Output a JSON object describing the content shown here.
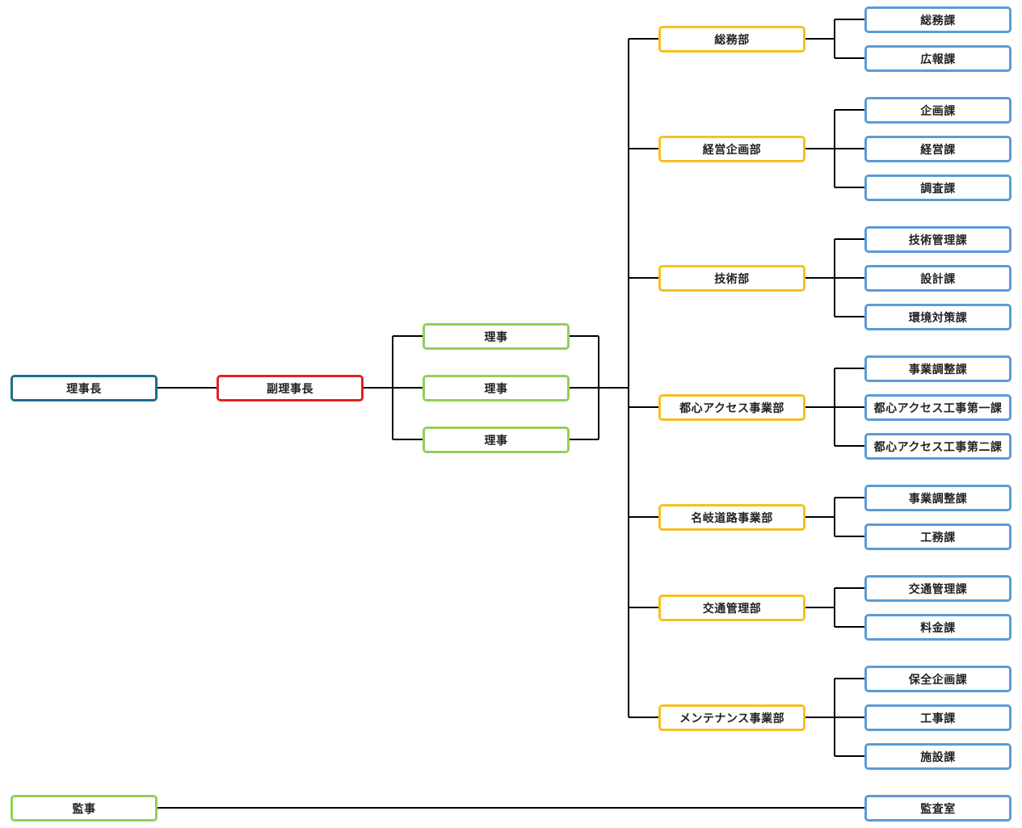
{
  "colors": {
    "chairman": "#1c6e8c",
    "vice_chairman": "#e62020",
    "director": "#93cf5a",
    "department": "#f5c020",
    "section": "#5b9bd5",
    "connector": "#000000"
  },
  "chairman": "理事長",
  "vice_chairman": "副理事長",
  "directors": [
    "理事",
    "理事",
    "理事"
  ],
  "departments": [
    {
      "name": "総務部",
      "sections": [
        "総務課",
        "広報課"
      ]
    },
    {
      "name": "経営企画部",
      "sections": [
        "企画課",
        "経営課",
        "調査課"
      ]
    },
    {
      "name": "技術部",
      "sections": [
        "技術管理課",
        "設計課",
        "環境対策課"
      ]
    },
    {
      "name": "都心アクセス事業部",
      "sections": [
        "事業調整課",
        "都心アクセス工事第一課",
        "都心アクセス工事第二課"
      ]
    },
    {
      "name": "名岐道路事業部",
      "sections": [
        "事業調整課",
        "工務課"
      ]
    },
    {
      "name": "交通管理部",
      "sections": [
        "交通管理課",
        "料金課"
      ]
    },
    {
      "name": "メンテナンス事業部",
      "sections": [
        "保全企画課",
        "工事課",
        "施設課"
      ]
    }
  ],
  "auditor": "監事",
  "audit_office": "監査室"
}
